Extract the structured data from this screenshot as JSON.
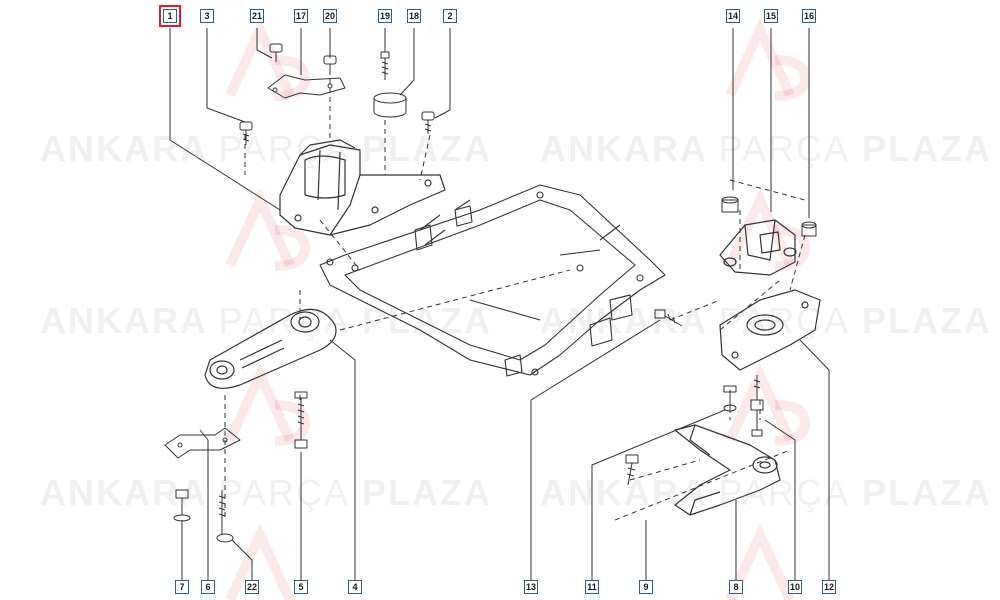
{
  "diagram": {
    "callouts": [
      "1",
      "3",
      "21",
      "17",
      "20",
      "19",
      "18",
      "2",
      "14",
      "15",
      "16",
      "4",
      "5",
      "6",
      "7",
      "22",
      "13",
      "11",
      "9",
      "8",
      "10",
      "12"
    ],
    "selected": "1",
    "watermark": {
      "part1": "ANKARA",
      "part2": "PARÇA",
      "part3": "PLAZA",
      "logo": "AP"
    },
    "colors": {
      "line": "#333333",
      "callout_border": "#2a5f8a",
      "selected": "#d61f26",
      "watermark": "#aaaaaa"
    }
  }
}
